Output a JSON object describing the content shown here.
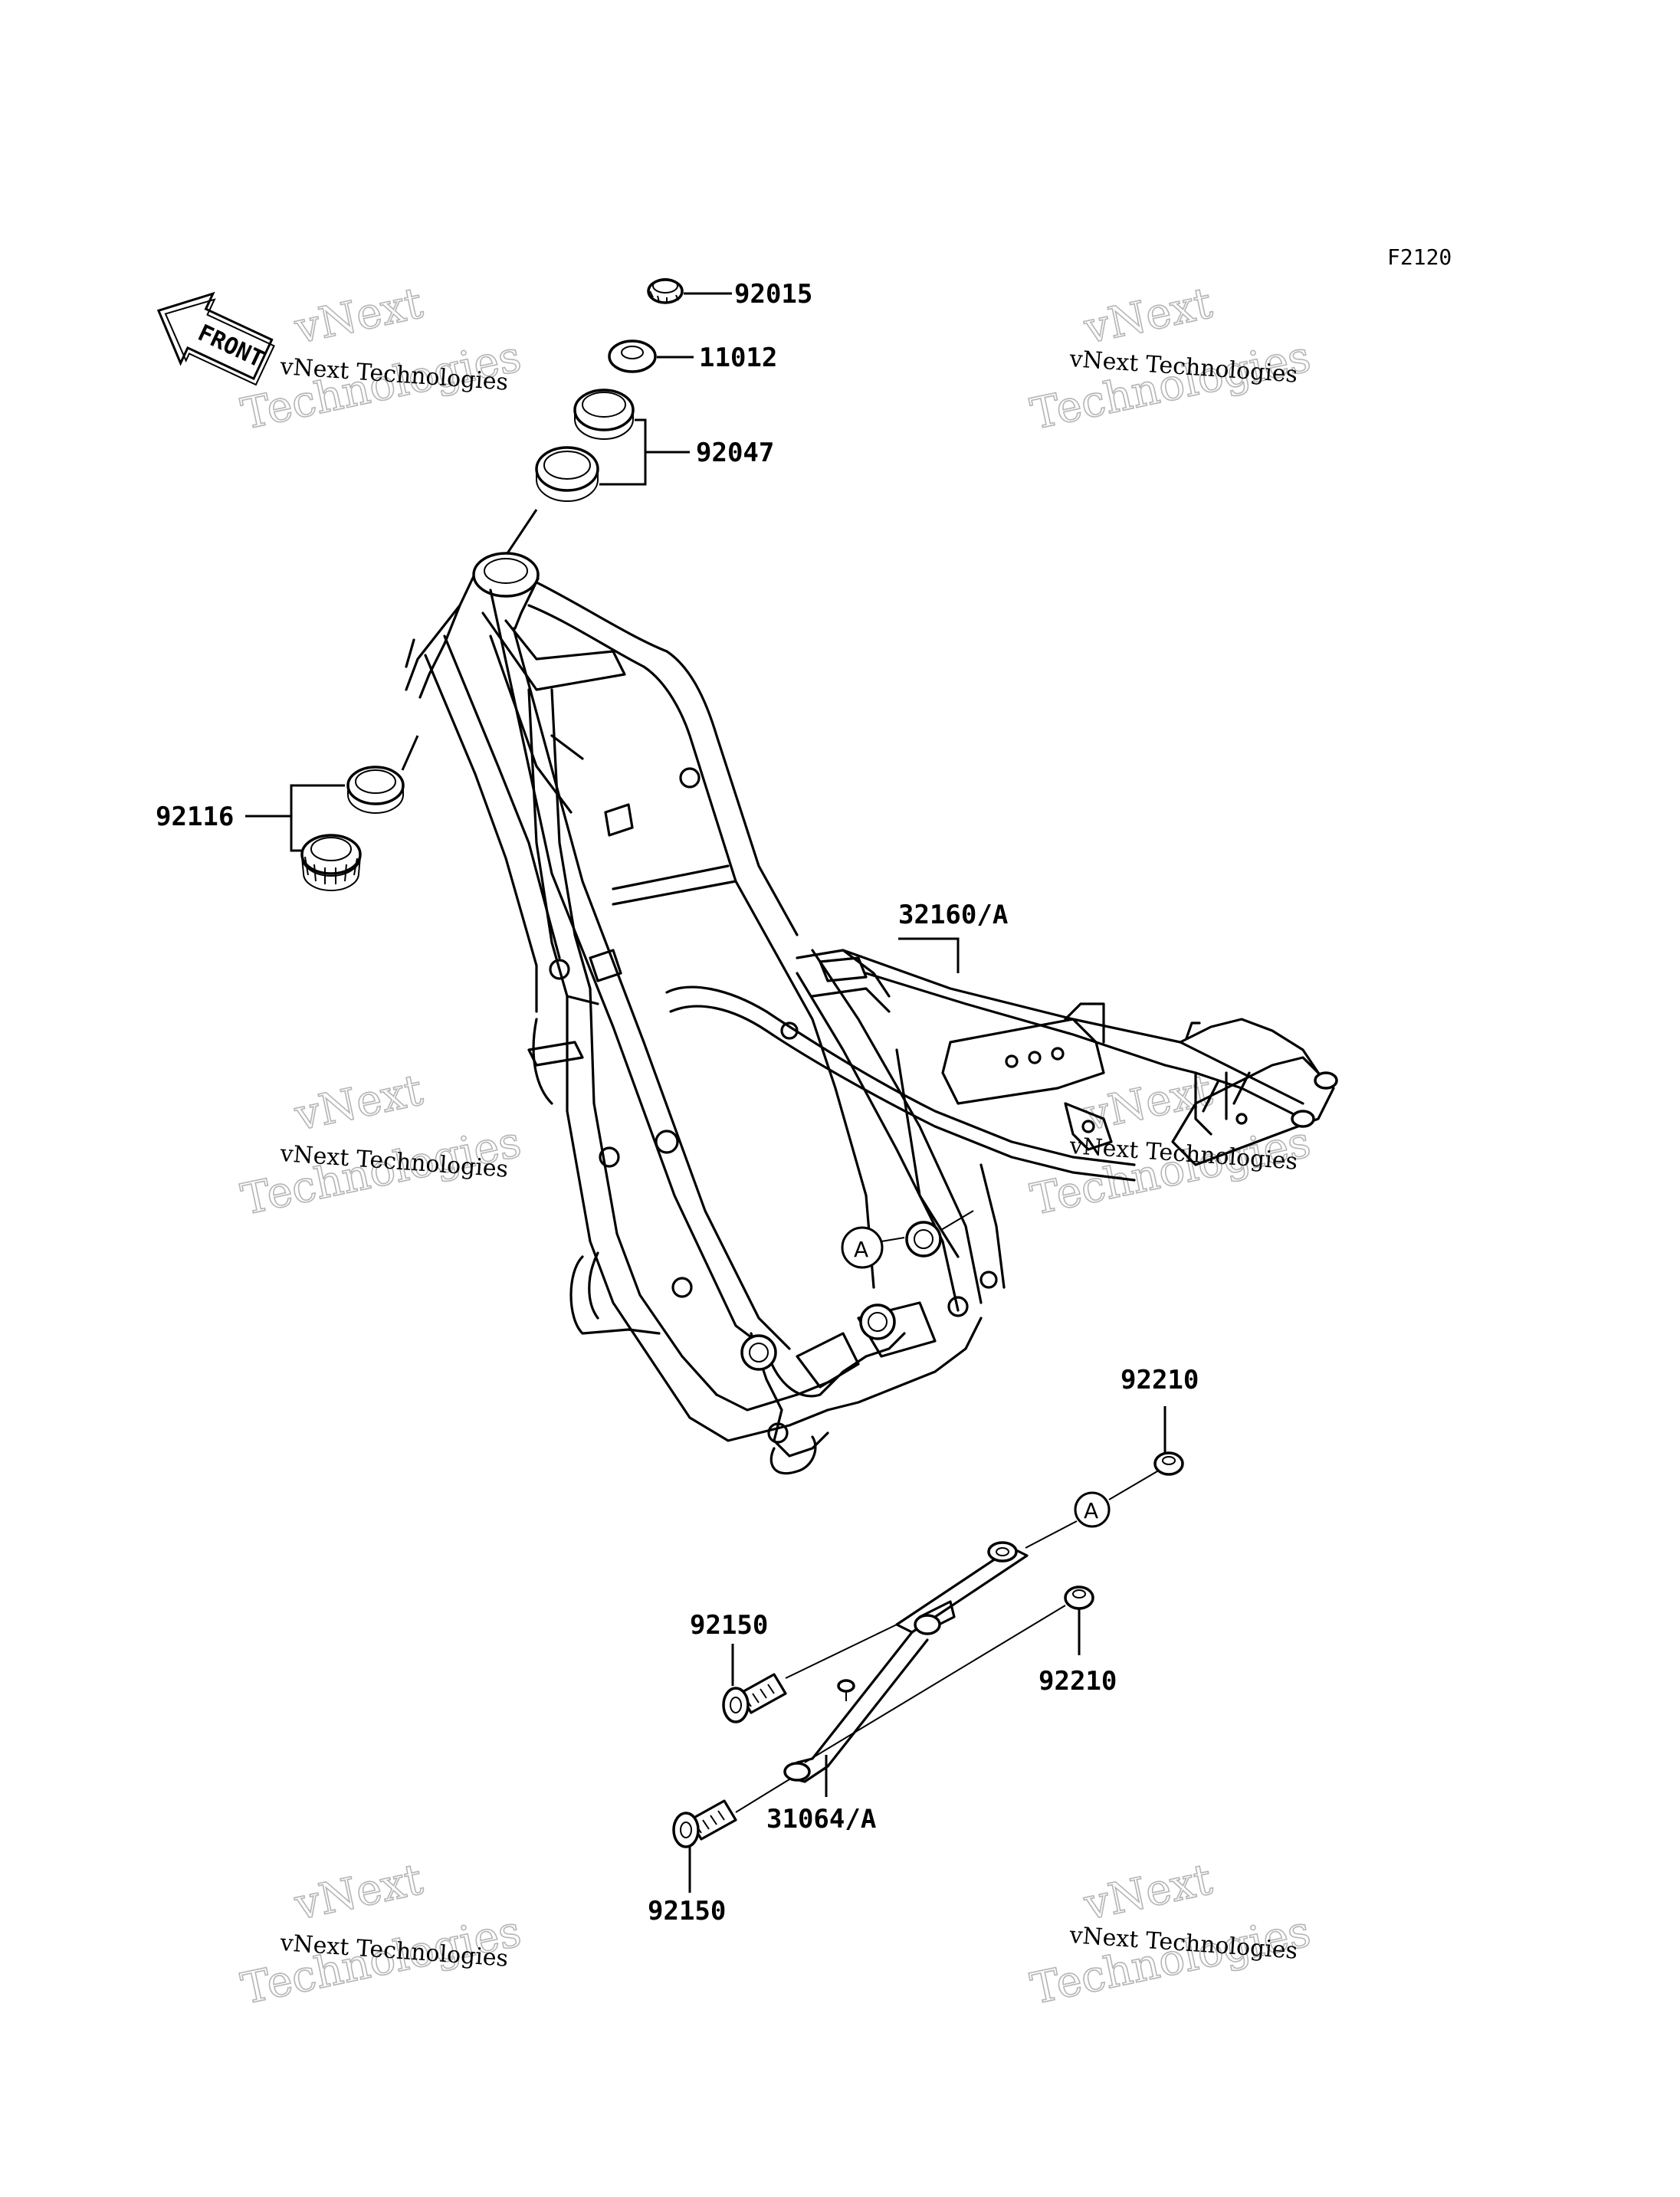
{
  "diagram_code": "F2120",
  "front_arrow_text": "FRONT",
  "parts": {
    "p92015": "92015",
    "p11012": "11012",
    "p92047": "92047",
    "p92116": "92116",
    "p32160": "32160/A",
    "p92210_top": "92210",
    "p92210_mid": "92210",
    "p92150_top": "92150",
    "p92150_bottom": "92150",
    "p31064": "31064/A"
  },
  "ref_marker": "A",
  "watermark": {
    "line1": "vNext Technologies",
    "big_line1": "vNext",
    "big_line2": "Technologies"
  }
}
